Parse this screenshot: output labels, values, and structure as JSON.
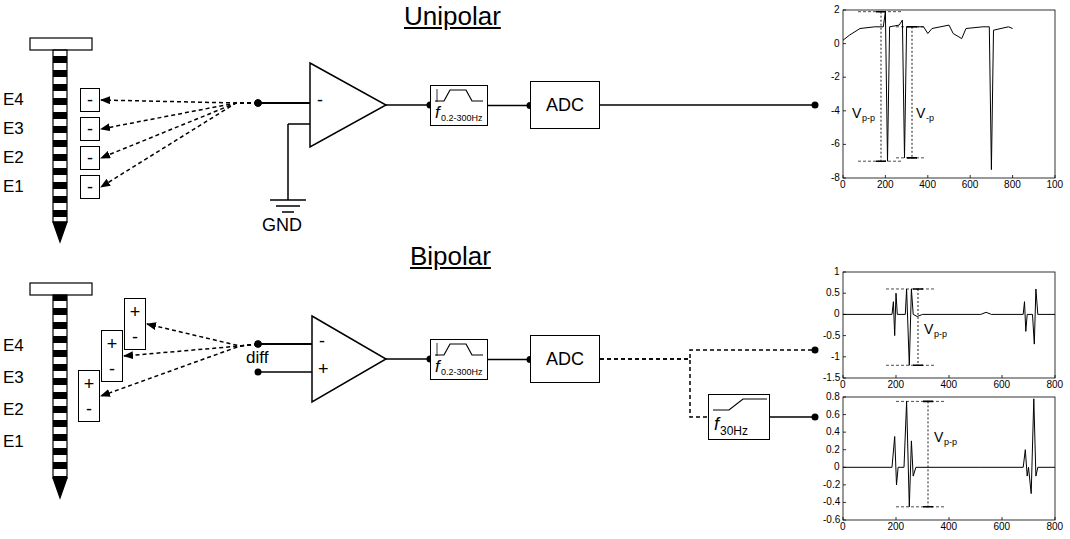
{
  "diagram": {
    "nodes": [
      {
        "text": [
          "-"
        ]
      },
      {
        "text": [
          "-"
        ]
      },
      {
        "text": [
          "-"
        ]
      },
      {
        "text": [
          "-"
        ]
      },
      {
        "text": [
          "-"
        ]
      },
      {
        "text": [
          "f",
          "0.2-300Hz"
        ]
      },
      {
        "text": [
          "ADC"
        ]
      },
      {
        "text": [
          "V",
          "p-p",
          "V",
          "-p"
        ]
      },
      {
        "text": [
          "+",
          "-"
        ]
      },
      {
        "text": [
          "+",
          "-"
        ]
      },
      {
        "text": [
          "+",
          "-"
        ]
      },
      {
        "text": [
          "-",
          "+"
        ]
      },
      {
        "text": [
          "f",
          "0.2-300Hz"
        ]
      },
      {
        "text": [
          "ADC"
        ]
      },
      {
        "text": [
          "V",
          "p-p"
        ]
      },
      {
        "text": [
          "f",
          "30Hz"
        ]
      },
      {
        "text": [
          "V",
          "p-p"
        ]
      }
    ],
    "edges": [
      {
        "from": 4,
        "to": 0,
        "arrow": "to"
      },
      {
        "from": 4,
        "to": 1,
        "arrow": "to"
      },
      {
        "from": 4,
        "to": 2,
        "arrow": "to"
      },
      {
        "from": 4,
        "to": 3,
        "arrow": "to"
      },
      {
        "from": 4,
        "to": 5,
        "arrow": "none"
      },
      {
        "from": 5,
        "to": 6,
        "arrow": "none"
      },
      {
        "from": 6,
        "to": 7,
        "arrow": "none"
      },
      {
        "from": 11,
        "to": 8,
        "arrow": "to"
      },
      {
        "from": 11,
        "to": 9,
        "arrow": "to"
      },
      {
        "from": 11,
        "to": 10,
        "arrow": "to"
      },
      {
        "from": 11,
        "to": 12,
        "arrow": "none"
      },
      {
        "from": 12,
        "to": 13,
        "arrow": "none"
      },
      {
        "from": 13,
        "to": 14,
        "arrow": "none"
      },
      {
        "from": 13,
        "to": 15,
        "arrow": "none"
      },
      {
        "from": 15,
        "to": 16,
        "arrow": "none"
      }
    ],
    "labels": [
      "Unipolar",
      "E4",
      "E3",
      "E2",
      "E1",
      "GND",
      "2",
      "0",
      "-2",
      "-4",
      "-6",
      "-8",
      "0",
      "200",
      "400",
      "600",
      "800",
      "100",
      "Bipolar",
      "E4",
      "E3",
      "E2",
      "E1",
      "diff",
      "1",
      "0.5",
      "0",
      "-0.5",
      "-1",
      "-1.5",
      "0",
      "200",
      "400",
      "600",
      "800",
      "0.8",
      "0.6",
      "0.4",
      "0.2",
      "0",
      "-0.2",
      "-0.4",
      "-0.6",
      "0",
      "200",
      "400",
      "600",
      "800"
    ]
  }
}
